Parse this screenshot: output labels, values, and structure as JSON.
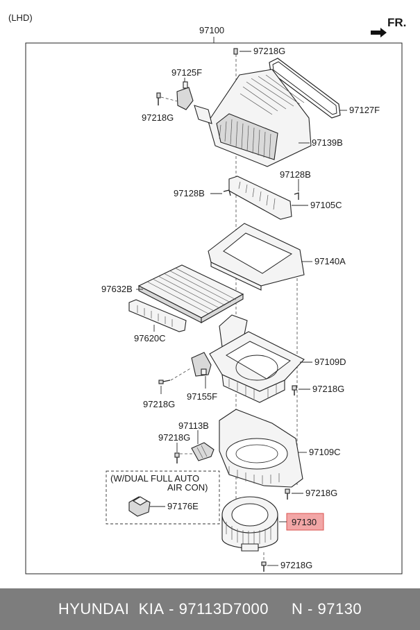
{
  "diagram": {
    "variant_label": "(LHD)",
    "orientation_label": "FR.",
    "assembly_number": "97100",
    "highlight_color": "#f2a6a6",
    "parts": {
      "p97218G_top": "97218G",
      "p97125F": "97125F",
      "p97218G_left": "97218G",
      "p97127F": "97127F",
      "p97139B": "97139B",
      "p97128B_right": "97128B",
      "p97128B_left": "97128B",
      "p97105C": "97105C",
      "p97140A": "97140A",
      "p97632B": "97632B",
      "p97620C": "97620C",
      "p97109D": "97109D",
      "p97218G_mid": "97218G",
      "p97218G_low_left": "97218G",
      "p97155F": "97155F",
      "p97113B": "97113B",
      "p97218G_resistor": "97218G",
      "p97109C": "97109C",
      "p97218G_case": "97218G",
      "p97176E": "97176E",
      "p97130": "97130",
      "p97218G_bottom": "97218G"
    },
    "option_box": {
      "line1": "(W/DUAL FULL AUTO",
      "line2": "AIR CON)"
    }
  },
  "footer": {
    "brand": "HYUNDAI  KIA",
    "sep1": " - ",
    "part_number": "97113D7000",
    "gap": "     ",
    "n_label": "N",
    "sep2": " - ",
    "ref_number": "97130"
  }
}
